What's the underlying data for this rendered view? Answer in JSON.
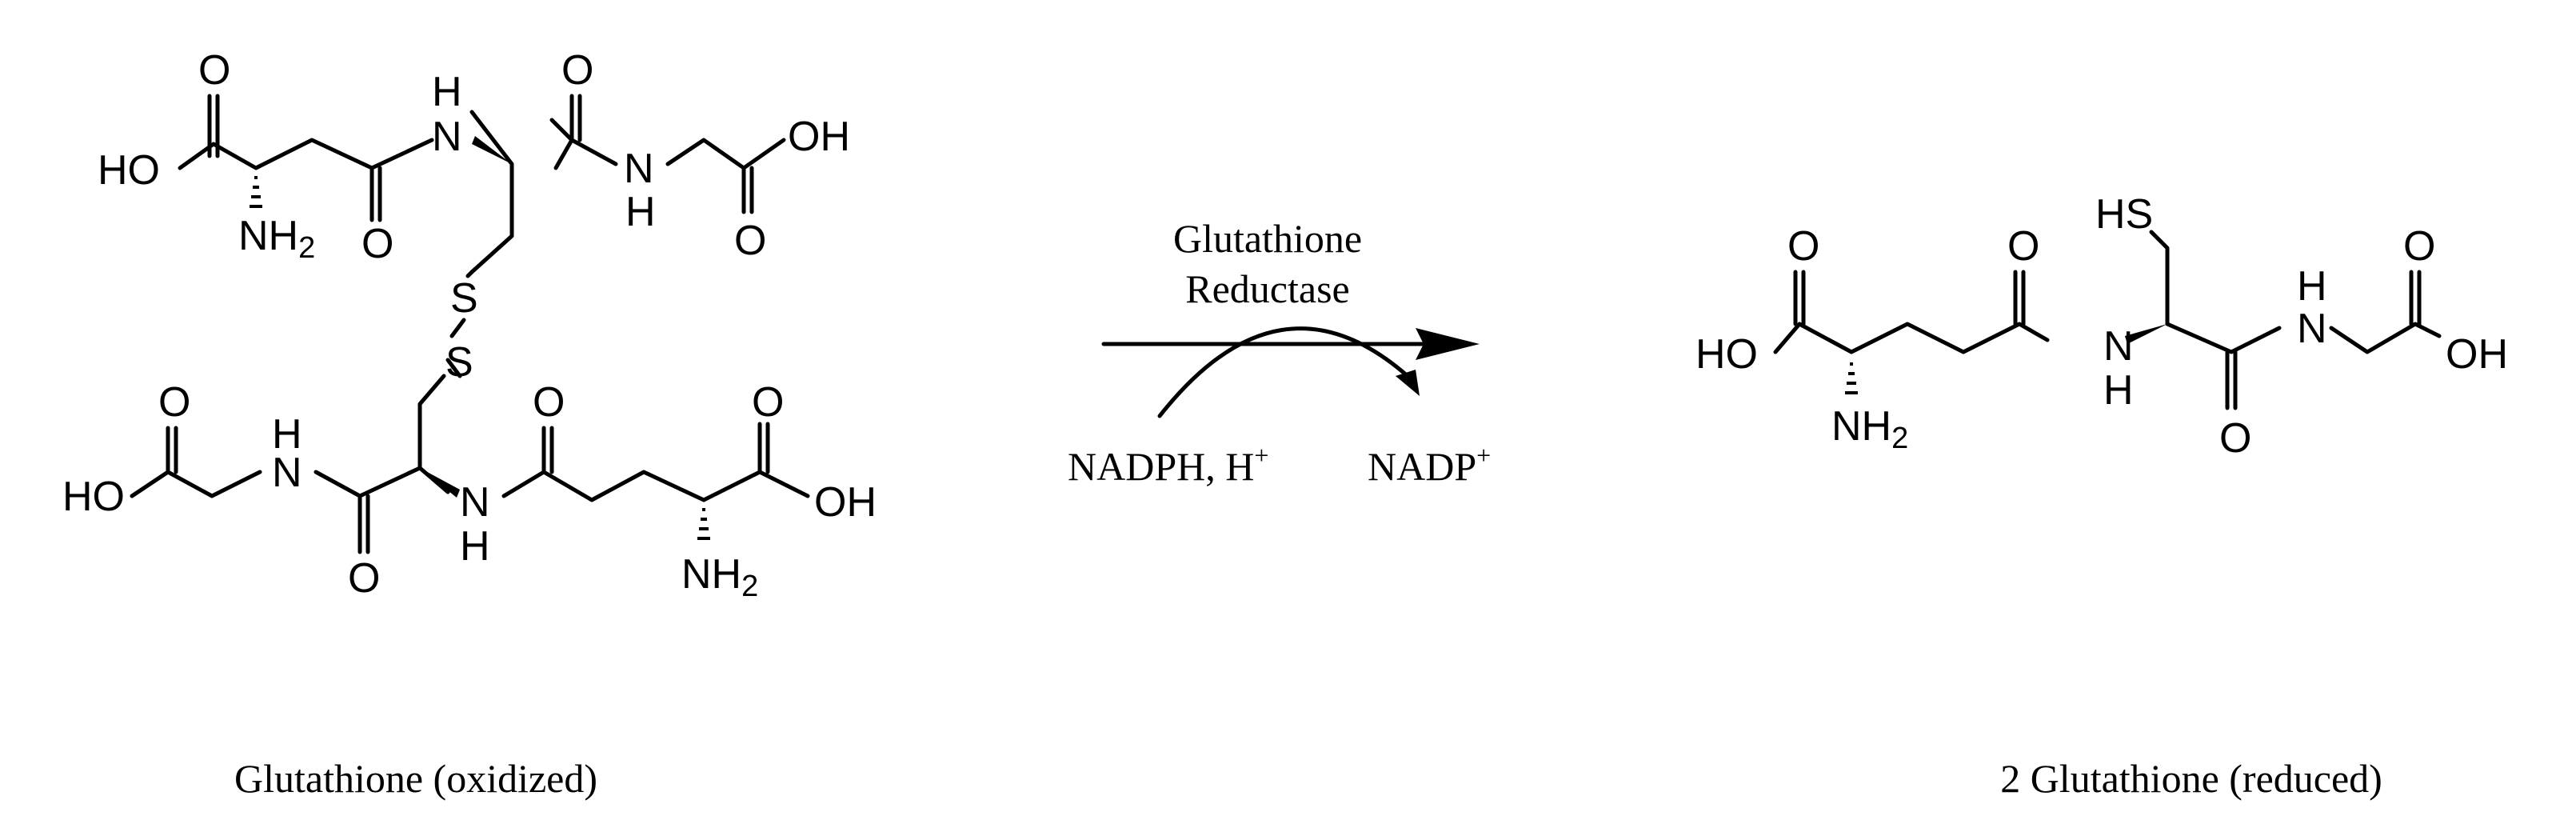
{
  "reaction": {
    "enzyme_line1": "Glutathione",
    "enzyme_line2": "Reductase",
    "cofactor_in": "NADPH, H",
    "cofactor_in_sup": "+",
    "cofactor_out": "NADP",
    "cofactor_out_sup": "+"
  },
  "captions": {
    "reactant": "Glutathione (oxidized)",
    "product": "2 Glutathione (reduced)"
  },
  "atoms": {
    "O": "O",
    "HO": "HO",
    "OH": "OH",
    "H": "H",
    "N": "N",
    "S": "S",
    "HS": "HS",
    "NH2_main": "NH",
    "NH2_sub": "2"
  }
}
